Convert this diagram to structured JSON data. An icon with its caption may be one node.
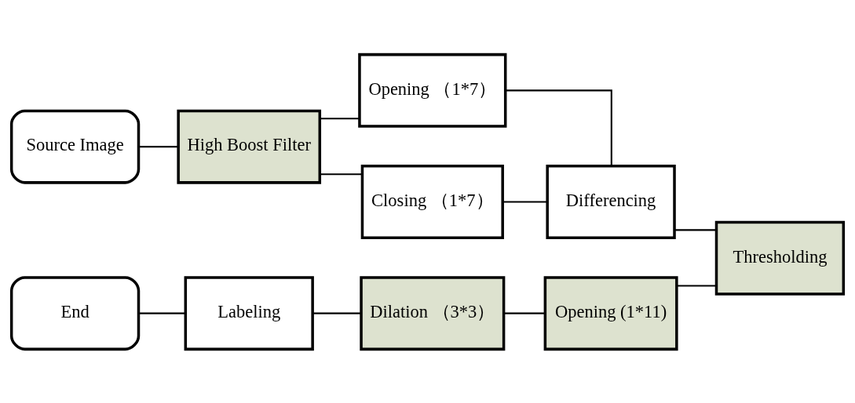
{
  "diagram": {
    "nodes": [
      {
        "text": [
          "Source Image"
        ]
      },
      {
        "text": [
          "High Boost Filter"
        ]
      },
      {
        "text": [
          "Opening （1*7）"
        ]
      },
      {
        "text": [
          "Closing （1*7）"
        ]
      },
      {
        "text": [
          "Differencing"
        ]
      },
      {
        "text": [
          "Thresholding"
        ]
      },
      {
        "text": [
          "Opening (1*11)"
        ]
      },
      {
        "text": [
          "Dilation （3*3）"
        ]
      },
      {
        "text": [
          "Labeling"
        ]
      },
      {
        "text": [
          "End"
        ]
      }
    ],
    "edges": [
      {
        "from": 0,
        "to": 1,
        "arrow": "none"
      },
      {
        "from": 1,
        "to": 2,
        "arrow": "none"
      },
      {
        "from": 1,
        "to": 3,
        "arrow": "none"
      },
      {
        "from": 2,
        "to": 4,
        "arrow": "none"
      },
      {
        "from": 3,
        "to": 4,
        "arrow": "none"
      },
      {
        "from": 4,
        "to": 5,
        "arrow": "none"
      },
      {
        "from": 5,
        "to": 6,
        "arrow": "none"
      },
      {
        "from": 6,
        "to": 7,
        "arrow": "none"
      },
      {
        "from": 7,
        "to": 8,
        "arrow": "none"
      },
      {
        "from": 8,
        "to": 9,
        "arrow": "none"
      }
    ]
  }
}
